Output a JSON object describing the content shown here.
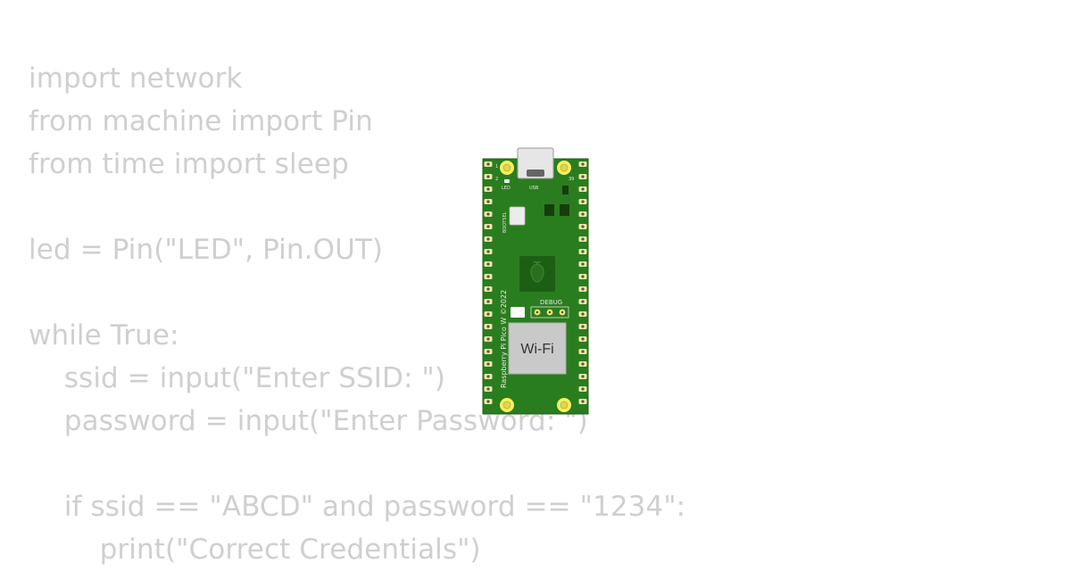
{
  "code_lines": [
    "import network",
    "from machine import Pin",
    "from time import sleep",
    "",
    "led = Pin(\"LED\", Pin.OUT)",
    "",
    "while True:",
    "    ssid = input(\"Enter SSID: \")",
    "    password = input(\"Enter Password: \")",
    "",
    "    if ssid == \"ABCD\" and password == \"1234\":",
    "        print(\"Correct Credentials\")"
  ],
  "board": {
    "pin_label_1": "1",
    "pin_label_2": "2",
    "pin_label_39": "39",
    "led_label": "LED",
    "usb_label": "USB",
    "bootsel_label": "BOOTSEL",
    "debug_label": "DEBUG",
    "wifi_label": "Wi-Fi",
    "side_text": "Raspberry Pi Pico W ©2022"
  },
  "colors": {
    "code_text": "#cfcfcf",
    "pcb_green": "#2a7d1e",
    "mount_hole": "#f5f060",
    "wifi_shield": "#c9c9c9"
  }
}
